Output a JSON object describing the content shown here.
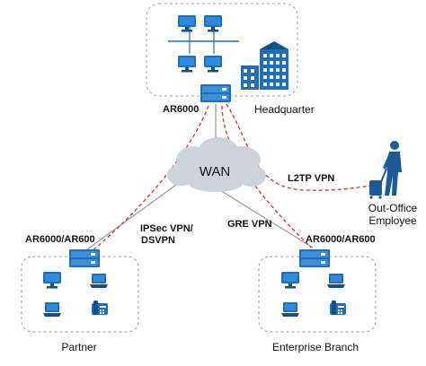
{
  "wan": {
    "label": "WAN"
  },
  "headquarter": {
    "router_label": "AR6000",
    "site_label": "Headquarter"
  },
  "partner": {
    "router_label": "AR6000/AR600",
    "site_label": "Partner"
  },
  "branch": {
    "router_label": "AR6000/AR600",
    "site_label": "Enterprise Branch"
  },
  "employee": {
    "label_line1": "Out-Office",
    "label_line2": "Employee"
  },
  "links": {
    "ipsec_line1": "IPSec VPN/",
    "ipsec_line2": "DSVPN",
    "gre": "GRE VPN",
    "l2tp": "L2TP VPN"
  },
  "colors": {
    "device_blue": "#1f6fb6",
    "device_dark": "#12508a",
    "vpn_red": "#d43030",
    "wire_gray": "#999999",
    "cloud_fill": "#cdd3da",
    "site_border": "#9aa0a8",
    "employee": "#1d5b96"
  }
}
